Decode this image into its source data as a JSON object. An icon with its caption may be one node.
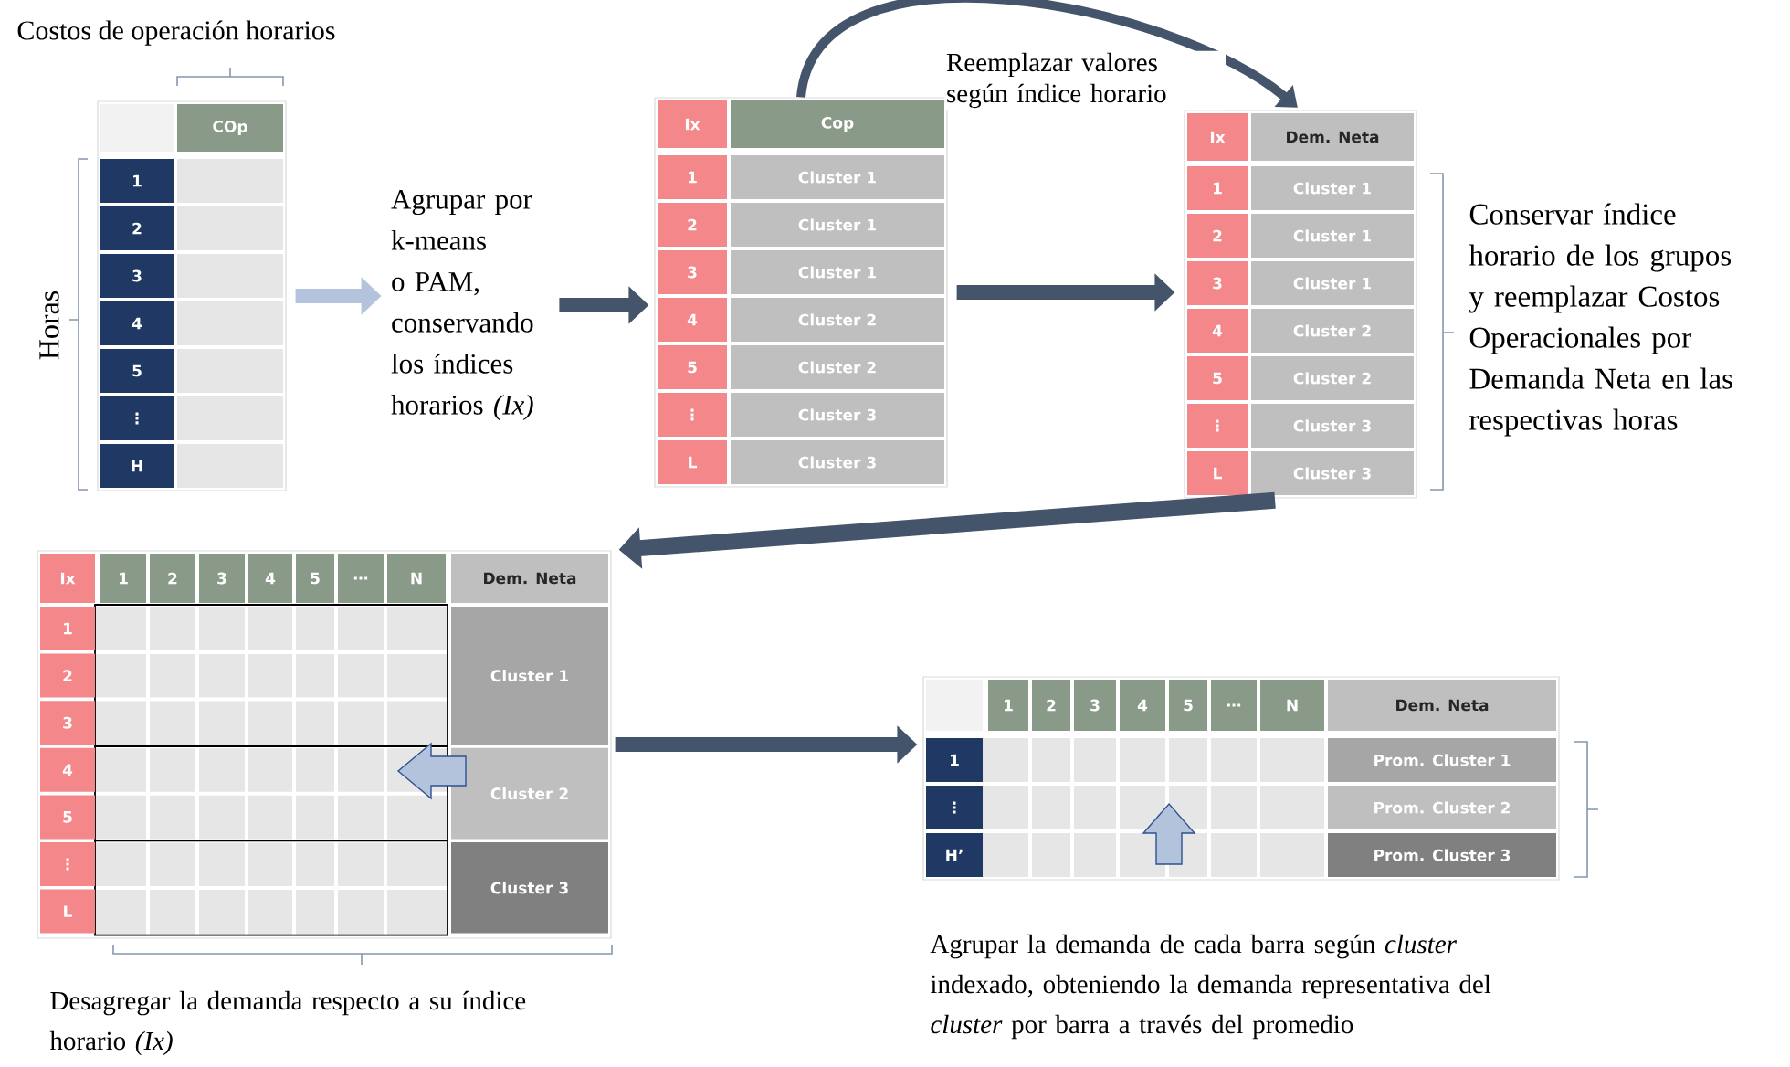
{
  "diagram": {
    "nodes": [
      {
        "text": [
          "COp",
          "1",
          "2",
          "3",
          "4",
          "5",
          "⋮",
          "H"
        ],
        "beside": [
          "Costos de operación horarios",
          "Horas"
        ]
      },
      {
        "text": [
          "Agrupar por k-means o PAM, conservando los índices horarios *(Ix)*"
        ]
      },
      {
        "text": [
          "Ix",
          "Cop",
          "1",
          "Cluster 1",
          "2",
          "Cluster 1",
          "3",
          "Cluster 1",
          "4",
          "Cluster 2",
          "5",
          "Cluster 2",
          "⋮",
          "Cluster 3",
          "L",
          "Cluster 3"
        ]
      },
      {
        "text": [
          "Ix",
          "Dem. Neta",
          "1",
          "Cluster 1",
          "2",
          "Cluster 1",
          "3",
          "Cluster 1",
          "4",
          "Cluster 2",
          "5",
          "Cluster 2",
          "⋮",
          "Cluster 3",
          "L",
          "Cluster 3"
        ],
        "beside": [
          "Conservar índice horario de los grupos y reemplazar Costos Operacionales por Demanda Neta en las respectivas horas"
        ]
      },
      {
        "text": [
          "Ix",
          "1",
          "2",
          "3",
          "4",
          "5",
          "…",
          "N",
          "Dem. Neta",
          "1",
          "Cluster 1",
          "2",
          "3",
          "4",
          "Cluster 2",
          "5",
          "⋮",
          "Cluster 3",
          "L"
        ],
        "beside": [
          "Desagregar la demanda respecto a su índice horario *(Ix)*"
        ]
      },
      {
        "text": [
          "1",
          "2",
          "3",
          "4",
          "5",
          "…",
          "N",
          "Dem. Neta",
          "1",
          "Prom. Cluster 1",
          "⋮",
          "Prom. Cluster 2",
          "H’",
          "Prom. Cluster 3"
        ],
        "beside": [
          "Agrupar la demanda de cada barra según *cluster* indexado, obteniendo la demanda representativa del *cluster* por barra a través del promedio"
        ]
      }
    ],
    "edges": [
      {
        "from": 0,
        "to": 1,
        "arrow": "to",
        "color": "#b4c3dc"
      },
      {
        "from": 1,
        "to": 2,
        "arrow": "to"
      },
      {
        "from": 2,
        "to": 3,
        "arrow": "to"
      },
      {
        "from": 2,
        "to": 3,
        "arrow": "to",
        "label": "Reemplazar valores según índice horario"
      },
      {
        "from": 3,
        "to": 4,
        "arrow": "to"
      },
      {
        "from": 4,
        "to": 5,
        "arrow": "to"
      }
    ]
  }
}
